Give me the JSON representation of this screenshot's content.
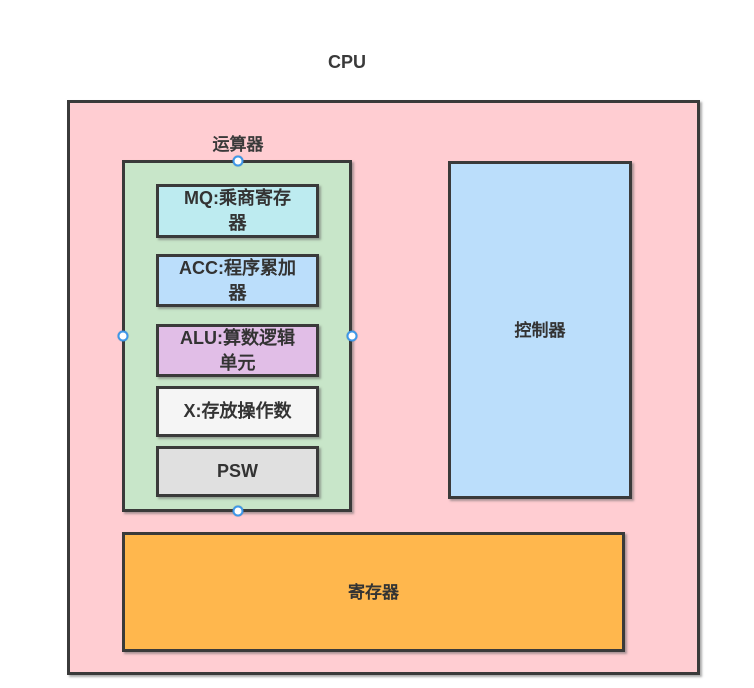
{
  "diagram": {
    "title": "CPU",
    "cpu_container": {
      "name": "CPU",
      "fill": "#FFCDD2"
    },
    "alu_group": {
      "label": "运算器",
      "fill": "#C8E6C9",
      "selected": true,
      "children": [
        {
          "id": "MQ",
          "label": "MQ:乘商寄存\n器",
          "fill": "#BDEBF0"
        },
        {
          "id": "ACC",
          "label": "ACC:程序累加\n器",
          "fill": "#BBDEFB"
        },
        {
          "id": "ALU",
          "label": "ALU:算数逻辑\n单元",
          "fill": "#E1BEE7"
        },
        {
          "id": "X",
          "label": "X:存放操作数",
          "fill": "#F5F5F5"
        },
        {
          "id": "PSW",
          "label": "PSW",
          "fill": "#E0E0E0"
        }
      ]
    },
    "controller": {
      "label": "控制器",
      "fill": "#BBDEFB"
    },
    "registers": {
      "label": "寄存器",
      "fill": "#FFB74D"
    }
  },
  "style": {
    "border_color": "#3A3A3A",
    "text_color": "#333333",
    "canvas_background": "#FFFFFF",
    "handle_fill": "#FFFFFF",
    "handle_stroke": "#3E97E8"
  },
  "icons": {
    "selection_handle": "circle"
  }
}
